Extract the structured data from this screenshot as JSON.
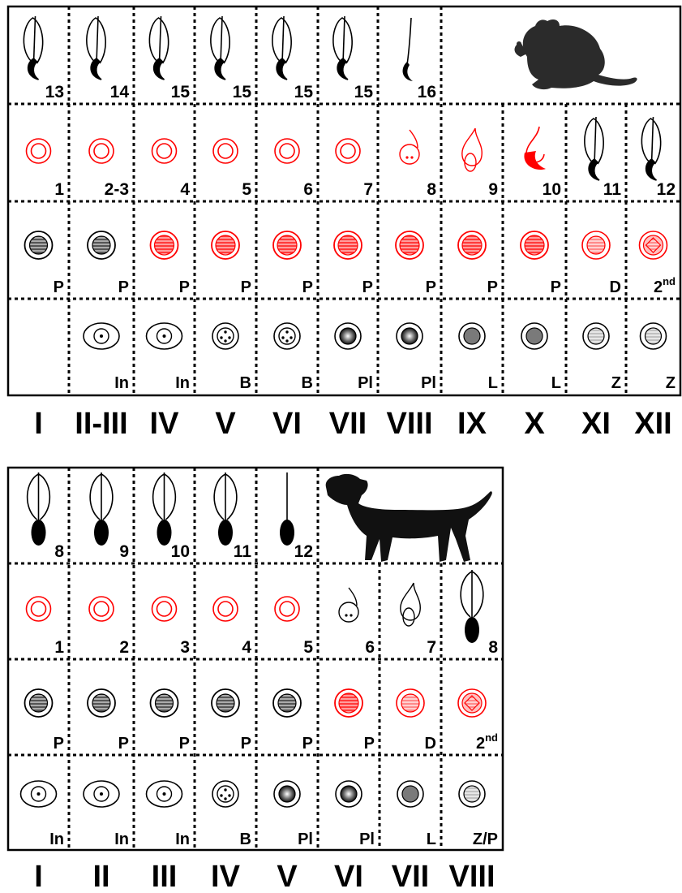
{
  "colors": {
    "red": "#ff0000",
    "black": "#000000",
    "line": "#000000",
    "gray": "#7a7a7a",
    "lightgray": "#c8c8c8"
  },
  "panel_mouse": {
    "animal_icon": "mouse-silhouette-icon",
    "row1_stage_numbers": [
      "13",
      "14",
      "15",
      "15",
      "15",
      "15",
      "16"
    ],
    "row2_step_numbers": [
      "1",
      "2-3",
      "4",
      "5",
      "6",
      "7",
      "8",
      "9",
      "10",
      "11",
      "12"
    ],
    "row3_letters": [
      "P",
      "P",
      "P",
      "P",
      "P",
      "P",
      "P",
      "P",
      "P",
      "D",
      "2nd"
    ],
    "row4_letters": [
      "",
      "In",
      "In",
      "B",
      "B",
      "Pl",
      "Pl",
      "L",
      "L",
      "Z",
      "Z"
    ],
    "stage_labels": [
      "I",
      "II-III",
      "IV",
      "V",
      "VI",
      "VII",
      "VIII",
      "IX",
      "X",
      "XI",
      "XII"
    ]
  },
  "panel_dog": {
    "animal_icon": "dog-silhouette-icon",
    "row1_stage_numbers": [
      "8",
      "9",
      "10",
      "11",
      "12"
    ],
    "row2_step_numbers": [
      "1",
      "2",
      "3",
      "4",
      "5",
      "6",
      "7",
      "8"
    ],
    "row3_letters": [
      "P",
      "P",
      "P",
      "P",
      "P",
      "P",
      "D",
      "2nd"
    ],
    "row4_letters": [
      "In",
      "In",
      "In",
      "B",
      "Pl",
      "Pl",
      "L",
      "Z/P"
    ],
    "stage_labels": [
      "I",
      "II",
      "III",
      "IV",
      "V",
      "VI",
      "VII",
      "VIII"
    ]
  }
}
